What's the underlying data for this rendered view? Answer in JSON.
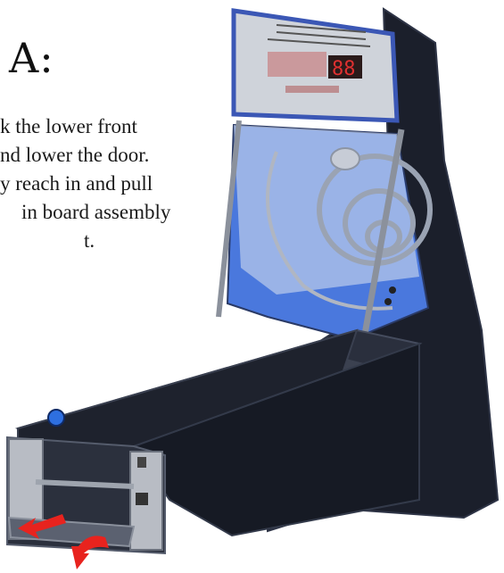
{
  "heading": "A:",
  "instructions": [
    "k the lower front",
    "nd lower the door.",
    "y reach in and pull",
    "in board assembly",
    "t."
  ],
  "colors": {
    "cabinet": "#1b1f2b",
    "cabinet_edge": "#2e3446",
    "blue_panel": "#3c6fd8",
    "score_panel": "#cfd3da",
    "arrow": "#e8231e",
    "side_plate": "#b8bcc4"
  }
}
